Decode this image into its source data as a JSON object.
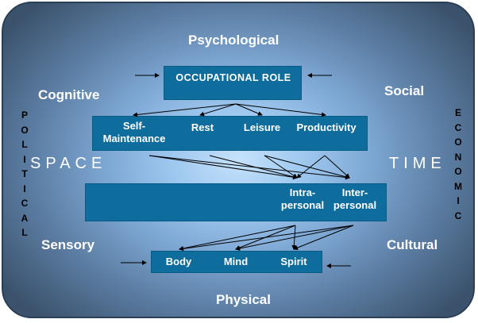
{
  "context": {
    "top": "Psychological",
    "bottom": "Physical",
    "upper_left": "Cognitive",
    "upper_right": "Social",
    "lower_left": "Sensory",
    "lower_right": "Cultural",
    "left_vertical": "POLITICAL",
    "right_vertical": "ECONOMIC",
    "space": "SPACE",
    "time": "TIME"
  },
  "occupational_role": "OCCUPATIONAL ROLE",
  "occupations": [
    "Self-Maintenance",
    "Rest",
    "Leisure",
    "Productivity"
  ],
  "occupations_display": {
    "self_line1": "Self-",
    "self_line2": "Maintenance"
  },
  "relationships": {
    "intra_line1": "Intra-",
    "intra_line2": "personal",
    "inter_line1": "Inter-",
    "inter_line2": "personal"
  },
  "person": [
    "Body",
    "Mind",
    "Spirit"
  ],
  "colors": {
    "box_fill": "#0f6d9e",
    "text": "#ffffff",
    "arrow": "#000000",
    "frame_outer": "#3b526c",
    "frame_center": "#c6e2fb"
  }
}
